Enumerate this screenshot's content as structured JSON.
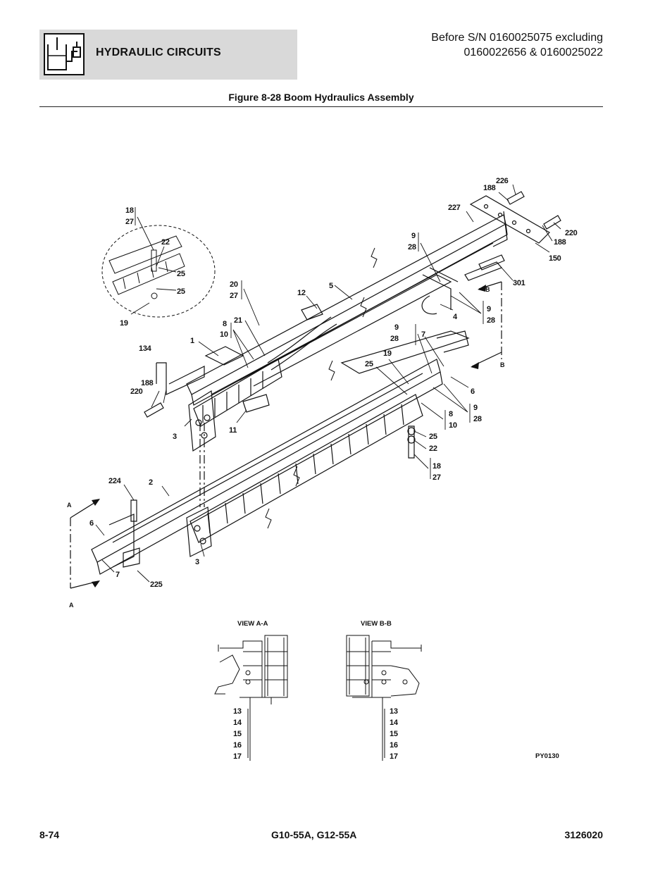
{
  "header": {
    "section_title": "HYDRAULIC CIRCUITS",
    "icon": "hydraulic-circuit-icon",
    "serial_line1": "Before S/N 0160025075 excluding",
    "serial_line2": "0160022656 & 0160025022"
  },
  "figure": {
    "title": "Figure 8-28 Boom Hydraulics Assembly",
    "drawing_id": "PY0130",
    "view_aa": "VIEW A-A",
    "view_bb": "VIEW B-B",
    "section_letter_a": "A",
    "section_letter_b": "B",
    "callouts": {
      "c1": "1",
      "c2": "2",
      "c3a": "3",
      "c3b": "3",
      "c4": "4",
      "c5": "5",
      "c6a": "6",
      "c6b": "6",
      "c7a": "7",
      "c7b": "7",
      "c11": "11",
      "c12": "12",
      "c18_27_top": [
        "18",
        "27"
      ],
      "c22_top": "22",
      "c25_top_a": "25",
      "c25_top_b": "25",
      "c19_top": "19",
      "c20_27": [
        "20",
        "27"
      ],
      "c21": "21",
      "c8_10_top": [
        "8",
        "10"
      ],
      "c134": "134",
      "c188_left": "188",
      "c220_left": "220",
      "c9_28_a": [
        "9",
        "28"
      ],
      "c9_28_b": [
        "9",
        "28"
      ],
      "c9_28_c": [
        "9",
        "28"
      ],
      "c9_28_d": [
        "9",
        "28"
      ],
      "c19_mid": "19",
      "c25_mid": "25",
      "c8_10_mid": [
        "8",
        "10"
      ],
      "c25_right": "25",
      "c22_right": "22",
      "c18_27_right": [
        "18",
        "27"
      ],
      "c188_top": "188",
      "c226": "226",
      "c227": "227",
      "c220_right": "220",
      "c188_right": "188",
      "c150": "150",
      "c301": "301",
      "c224": "224",
      "c225": "225",
      "list_aa": [
        "13",
        "14",
        "15",
        "16",
        "17"
      ],
      "list_bb": [
        "13",
        "14",
        "15",
        "16",
        "17"
      ]
    }
  },
  "footer": {
    "page_number": "8-74",
    "model": "G10-55A, G12-55A",
    "doc_number": "3126020"
  }
}
